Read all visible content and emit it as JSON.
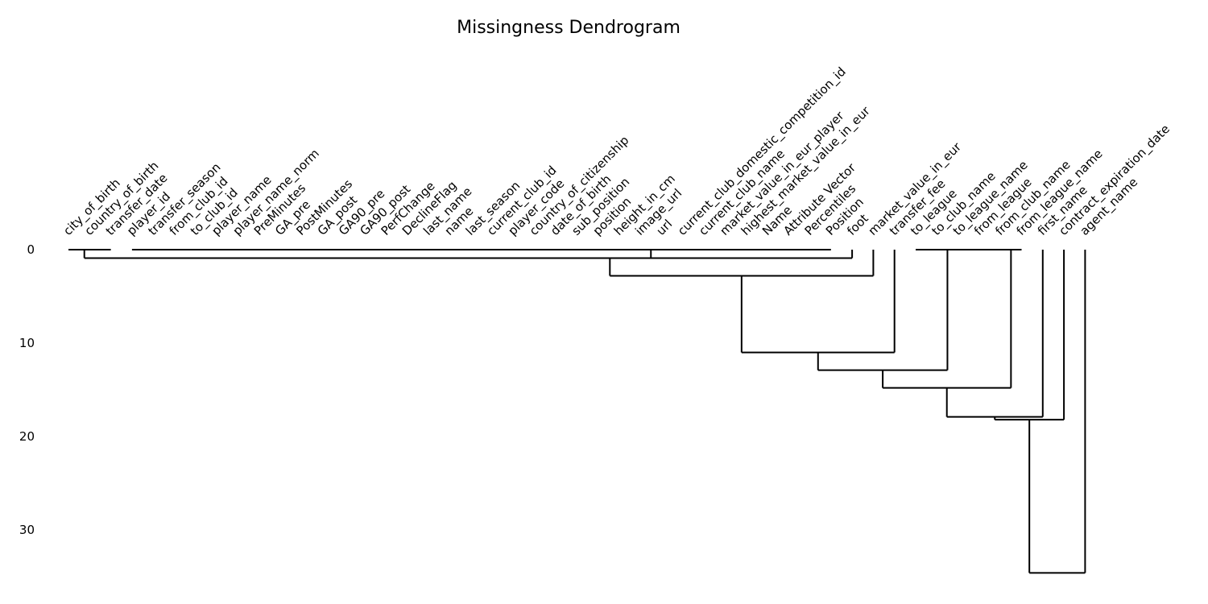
{
  "chart_data": {
    "type": "dendrogram",
    "title": "Missingness Dendrogram",
    "orientation": "top-down",
    "ylim": [
      0,
      35
    ],
    "yticks": [
      0,
      10,
      20,
      30
    ],
    "line_color": "#000000",
    "grid": false,
    "leaves": [
      "city_of_birth",
      "country_of_birth",
      "transfer_date",
      "player_id",
      "transfer_season",
      "from_club_id",
      "to_club_id",
      "player_name",
      "player_name_norm",
      "PreMinutes",
      "GA_pre",
      "PostMinutes",
      "GA_post",
      "GA90_pre",
      "GA90_post",
      "PerfChange",
      "DeclineFlag",
      "last_name",
      "name",
      "last_season",
      "current_club_id",
      "player_code",
      "country_of_citizenship",
      "date_of_birth",
      "sub_position",
      "position",
      "height_in_cm",
      "image_url",
      "url",
      "current_club_domestic_competition_id",
      "current_club_name",
      "market_value_in_eur_player",
      "highest_market_value_in_eur",
      "Name",
      "Attribute Vector",
      "Percentiles",
      "Position",
      "foot",
      "market_value_in_eur",
      "transfer_fee",
      "to_league",
      "to_club_name",
      "to_league_name",
      "from_league",
      "from_club_name",
      "from_league_name",
      "first_name",
      "contract_expiration_date",
      "agent_name"
    ],
    "merges": [
      {
        "id": "c1",
        "children": [
          "L:1",
          "L:2"
        ],
        "height": 0.0
      },
      {
        "id": "c2",
        "children": [
          "L:3",
          "L:35"
        ],
        "height": 0.0
      },
      {
        "id": "c3",
        "children": [
          "L:0",
          "c1"
        ],
        "height": 0.0
      },
      {
        "id": "c4",
        "children": [
          "c2",
          "L:36"
        ],
        "height": 0.0
      },
      {
        "id": "c5",
        "children": [
          "c3",
          "c4"
        ],
        "height": 0.9
      },
      {
        "id": "c6",
        "children": [
          "c5",
          "L:37"
        ],
        "height": 0.9
      },
      {
        "id": "c7",
        "children": [
          "c6",
          "L:38"
        ],
        "height": 2.8
      },
      {
        "id": "c8",
        "children": [
          "L:40",
          "L:41"
        ],
        "height": 0.0
      },
      {
        "id": "c9",
        "children": [
          "L:42",
          "L:43"
        ],
        "height": 0.0
      },
      {
        "id": "c10",
        "children": [
          "L:44",
          "L:45"
        ],
        "height": 0.0
      },
      {
        "id": "c11",
        "children": [
          "c8",
          "c9"
        ],
        "height": 0.0
      },
      {
        "id": "c12",
        "children": [
          "c11",
          "c10"
        ],
        "height": 0.0
      },
      {
        "id": "c13",
        "children": [
          "c7",
          "L:39"
        ],
        "height": 11.0
      },
      {
        "id": "c14",
        "children": [
          "c13",
          "c11"
        ],
        "height": 12.9
      },
      {
        "id": "c15",
        "children": [
          "c14",
          "c10"
        ],
        "height": 14.8
      },
      {
        "id": "c16",
        "children": [
          "c15",
          "L:46"
        ],
        "height": 17.9
      },
      {
        "id": "c17",
        "children": [
          "c16",
          "L:47"
        ],
        "height": 18.2
      },
      {
        "id": "c18",
        "children": [
          "c17",
          "L:48"
        ],
        "height": 34.6
      }
    ]
  }
}
